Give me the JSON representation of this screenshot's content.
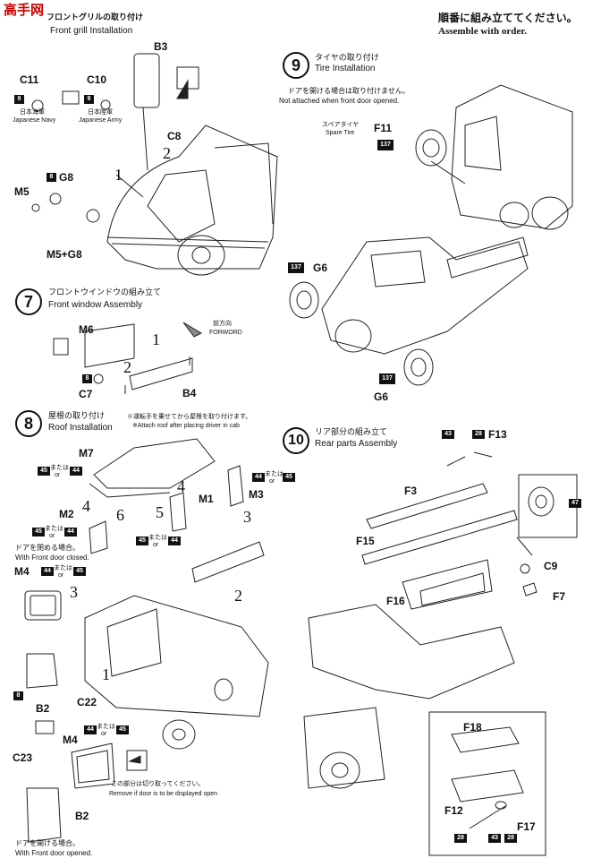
{
  "watermark": {
    "text": "高手网"
  },
  "order": {
    "jp": "順番に組み立ててください。",
    "en": "Assemble with order."
  },
  "step6": {
    "title_jp": "フロントグリルの取り付け",
    "title_en": "Front grill  Installation",
    "parts": {
      "b3": "B3",
      "c11": "C11",
      "c10": "C10",
      "c8": "C8",
      "g8": "G8",
      "m5": "M5",
      "m5g8": "M5+G8"
    },
    "boxes": {
      "c11": "9",
      "c10": "9",
      "g8": "8"
    },
    "navy_jp": "日本海軍",
    "navy_en": "Japanese Navy",
    "army_jp": "日本陸軍",
    "army_en": "Japanese Army",
    "steps": {
      "s1": "1",
      "s2": "2"
    }
  },
  "step7": {
    "number": "7",
    "title_jp": "フロントウインドウの組み立て",
    "title_en": "Front window  Assembly",
    "parts": {
      "m6": "M6",
      "c7": "C7",
      "b4": "B4"
    },
    "boxes": {
      "c7": "8"
    },
    "forward_jp": "前方向",
    "forward_en": "FORWORD",
    "steps": {
      "s1": "1",
      "s2": "2"
    }
  },
  "step8": {
    "number": "8",
    "title_jp": "屋根の取り付け",
    "title_en": "Roof Installation",
    "note1_jp": "※運転手を乗せてから屋根を取り付けます。",
    "note1_en": "※Attach roof after placing driver in cab",
    "parts": {
      "m7": "M7",
      "m1": "M1",
      "m3": "M3",
      "m2": "M2",
      "m4a": "M4",
      "b2a": "B2",
      "c22": "C22",
      "m4b": "M4",
      "c23": "C23",
      "b2b": "B2"
    },
    "or_jp": "または",
    "or_en": "or",
    "boxes": {
      "c45": "45",
      "c44": "44",
      "b8": "8"
    },
    "closed_jp": "ドアを閉める場合。",
    "closed_en": "With Front door closed.",
    "opened_jp": "ドアを開ける場合。",
    "opened_en": "With Front door opened.",
    "remove_jp": "この部分は切り取ってください。",
    "remove_en": "Remove if door is to be displayed open",
    "steps": {
      "s1": "1",
      "s2": "2",
      "s3": "3",
      "s3b": "3",
      "s4": "4",
      "s4b": "4",
      "s5": "5",
      "s6": "6"
    }
  },
  "step9": {
    "number": "9",
    "title_jp": "タイヤの取り付け",
    "title_en": "Tire Installation",
    "note_jp": "ドアを開ける場合は取り付けません。",
    "note_en": "Not attached when front door opened.",
    "spare_jp": "スペアタイヤ",
    "spare_en": "Spare Tire",
    "parts": {
      "f11": "F11",
      "g6a": "G6",
      "g6b": "G6"
    },
    "boxes": {
      "b137": "137"
    }
  },
  "step10": {
    "number": "10",
    "title_jp": "リア部分の組み立て",
    "title_en": "Rear parts Assembly",
    "parts": {
      "f13": "F13",
      "f3": "F3",
      "f15": "F15",
      "f16": "F16",
      "c9": "C9",
      "f7": "F7",
      "f18": "F18",
      "f12": "F12",
      "f17": "F17"
    },
    "boxes": {
      "b43": "43",
      "b28": "28",
      "b47": "47"
    }
  }
}
